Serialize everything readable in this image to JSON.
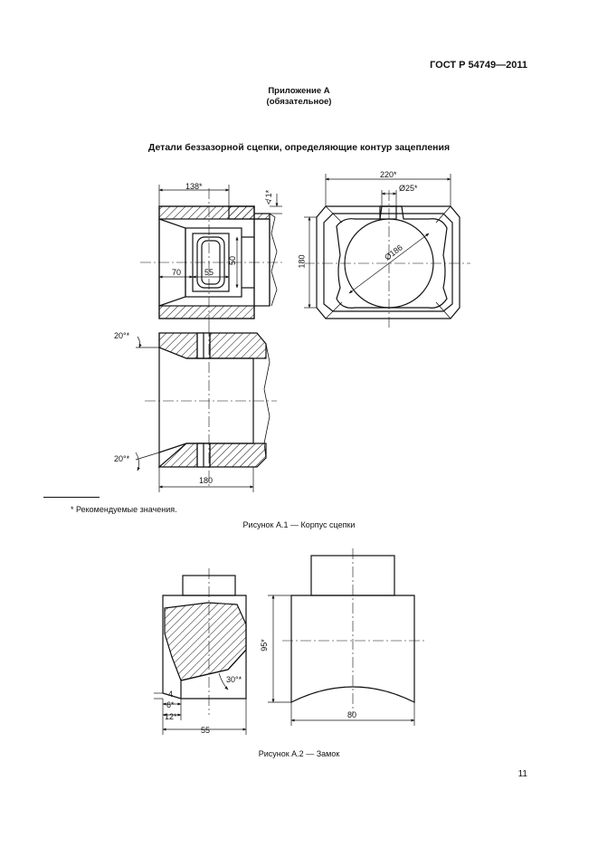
{
  "header": {
    "standard": "ГОСТ Р 54749—2011"
  },
  "appendix": {
    "title": "Приложение А",
    "status": "(обязательное)"
  },
  "section": {
    "title": "Детали беззазорной сцепки, определяющие контур зацепления"
  },
  "figure1": {
    "caption": "Рисунок А.1 — Корпус сцепки",
    "dims": {
      "top_width": "138*",
      "angle": "≮ 1*",
      "inner_70": "70",
      "inner_55": "55",
      "inner_50": "50",
      "right_width": "220*",
      "slot": "Ø25*",
      "circle": "Ø186",
      "height_180": "180",
      "chamfer_top": "20°*",
      "chamfer_bottom": "20°*",
      "bottom_180": "180"
    }
  },
  "footnote": {
    "text": "* Рекомендуемые значения."
  },
  "figure2": {
    "caption": "Рисунок А.2 — Замок",
    "dims": {
      "angle_30": "30°*",
      "four": "4",
      "six": "6*",
      "twelve": "12*",
      "fifty_five": "55",
      "ninety_five": "95*",
      "eighty": "80"
    }
  },
  "page": {
    "number": "11"
  }
}
